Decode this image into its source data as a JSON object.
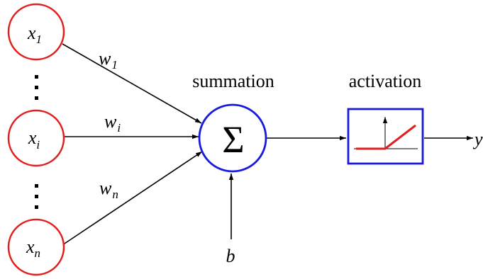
{
  "colors": {
    "input_node": "#e21f1f",
    "summation_node": "#1a1adf",
    "activation_box": "#1a1adf",
    "activation_curve": "#e21f1f",
    "edges": "#000000",
    "text": "#000000"
  },
  "inputs": [
    {
      "symbol": "x",
      "subscript": "1"
    },
    {
      "symbol": "x",
      "subscript": "i"
    },
    {
      "symbol": "x",
      "subscript": "n"
    }
  ],
  "weights": [
    {
      "symbol": "w",
      "subscript": "1"
    },
    {
      "symbol": "w",
      "subscript": "i"
    },
    {
      "symbol": "w",
      "subscript": "n"
    }
  ],
  "summation": {
    "label": "summation",
    "symbol": "Σ"
  },
  "bias": {
    "symbol": "b"
  },
  "activation": {
    "label": "activation",
    "function_icon": "relu-curve-icon"
  },
  "output": {
    "symbol": "y"
  }
}
